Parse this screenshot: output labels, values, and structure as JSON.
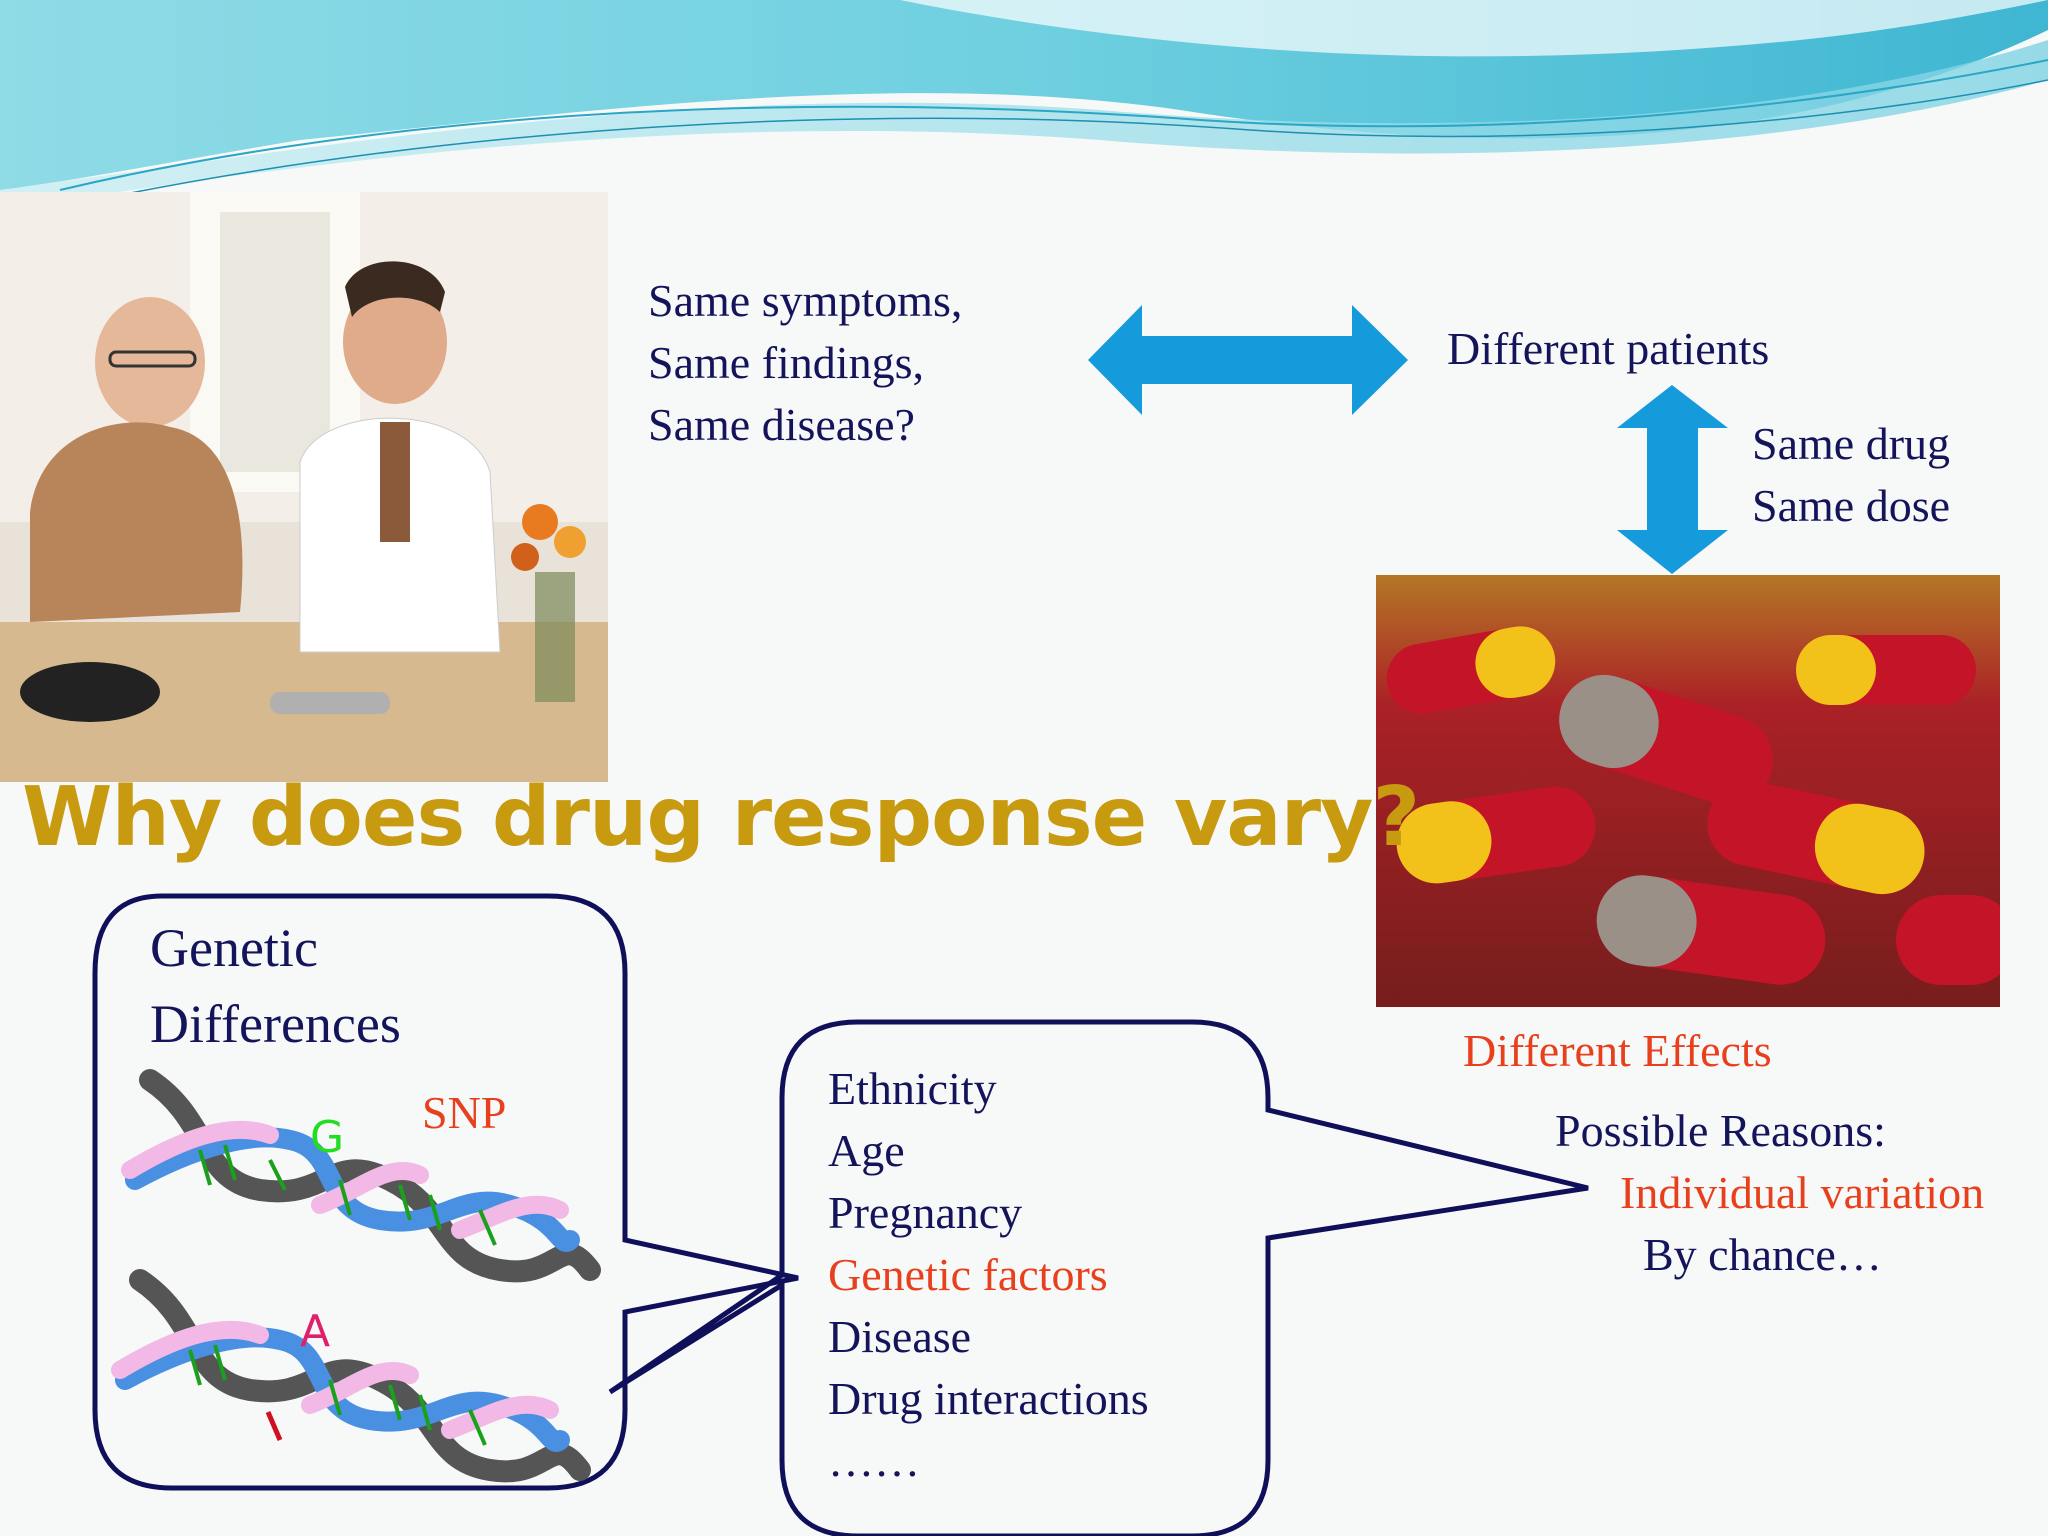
{
  "slide": {
    "title": "Why does drug response vary?",
    "top_left_text": [
      "Same symptoms,",
      "Same findings,",
      "Same disease?"
    ],
    "different_patients": "Different patients",
    "same_drug_lines": [
      "Same drug",
      "Same dose"
    ],
    "different_effects": "Different Effects",
    "possible_reasons": {
      "heading": "Possible Reasons:",
      "highlight": "Individual variation",
      "other": "By chance…"
    },
    "genetic_box": {
      "heading_lines": [
        "Genetic",
        "Differences"
      ],
      "snp_label": "SNP",
      "allele_top": "G",
      "allele_bottom": "A"
    },
    "factors_box": {
      "items": [
        "Ethnicity",
        "Age",
        "Pregnancy",
        "Genetic factors",
        "Disease",
        "Drug interactions",
        "……"
      ],
      "highlight_index": 3
    }
  },
  "colors": {
    "navy": "#14145a",
    "title_gold": "#c89a10",
    "highlight_red": "#e8401c",
    "arrow_blue": "#159bdc",
    "box_border": "#0f0f5a"
  },
  "icons": {
    "horizontal_arrow": "double-arrow-horizontal-icon",
    "vertical_arrow": "double-arrow-vertical-icon"
  }
}
